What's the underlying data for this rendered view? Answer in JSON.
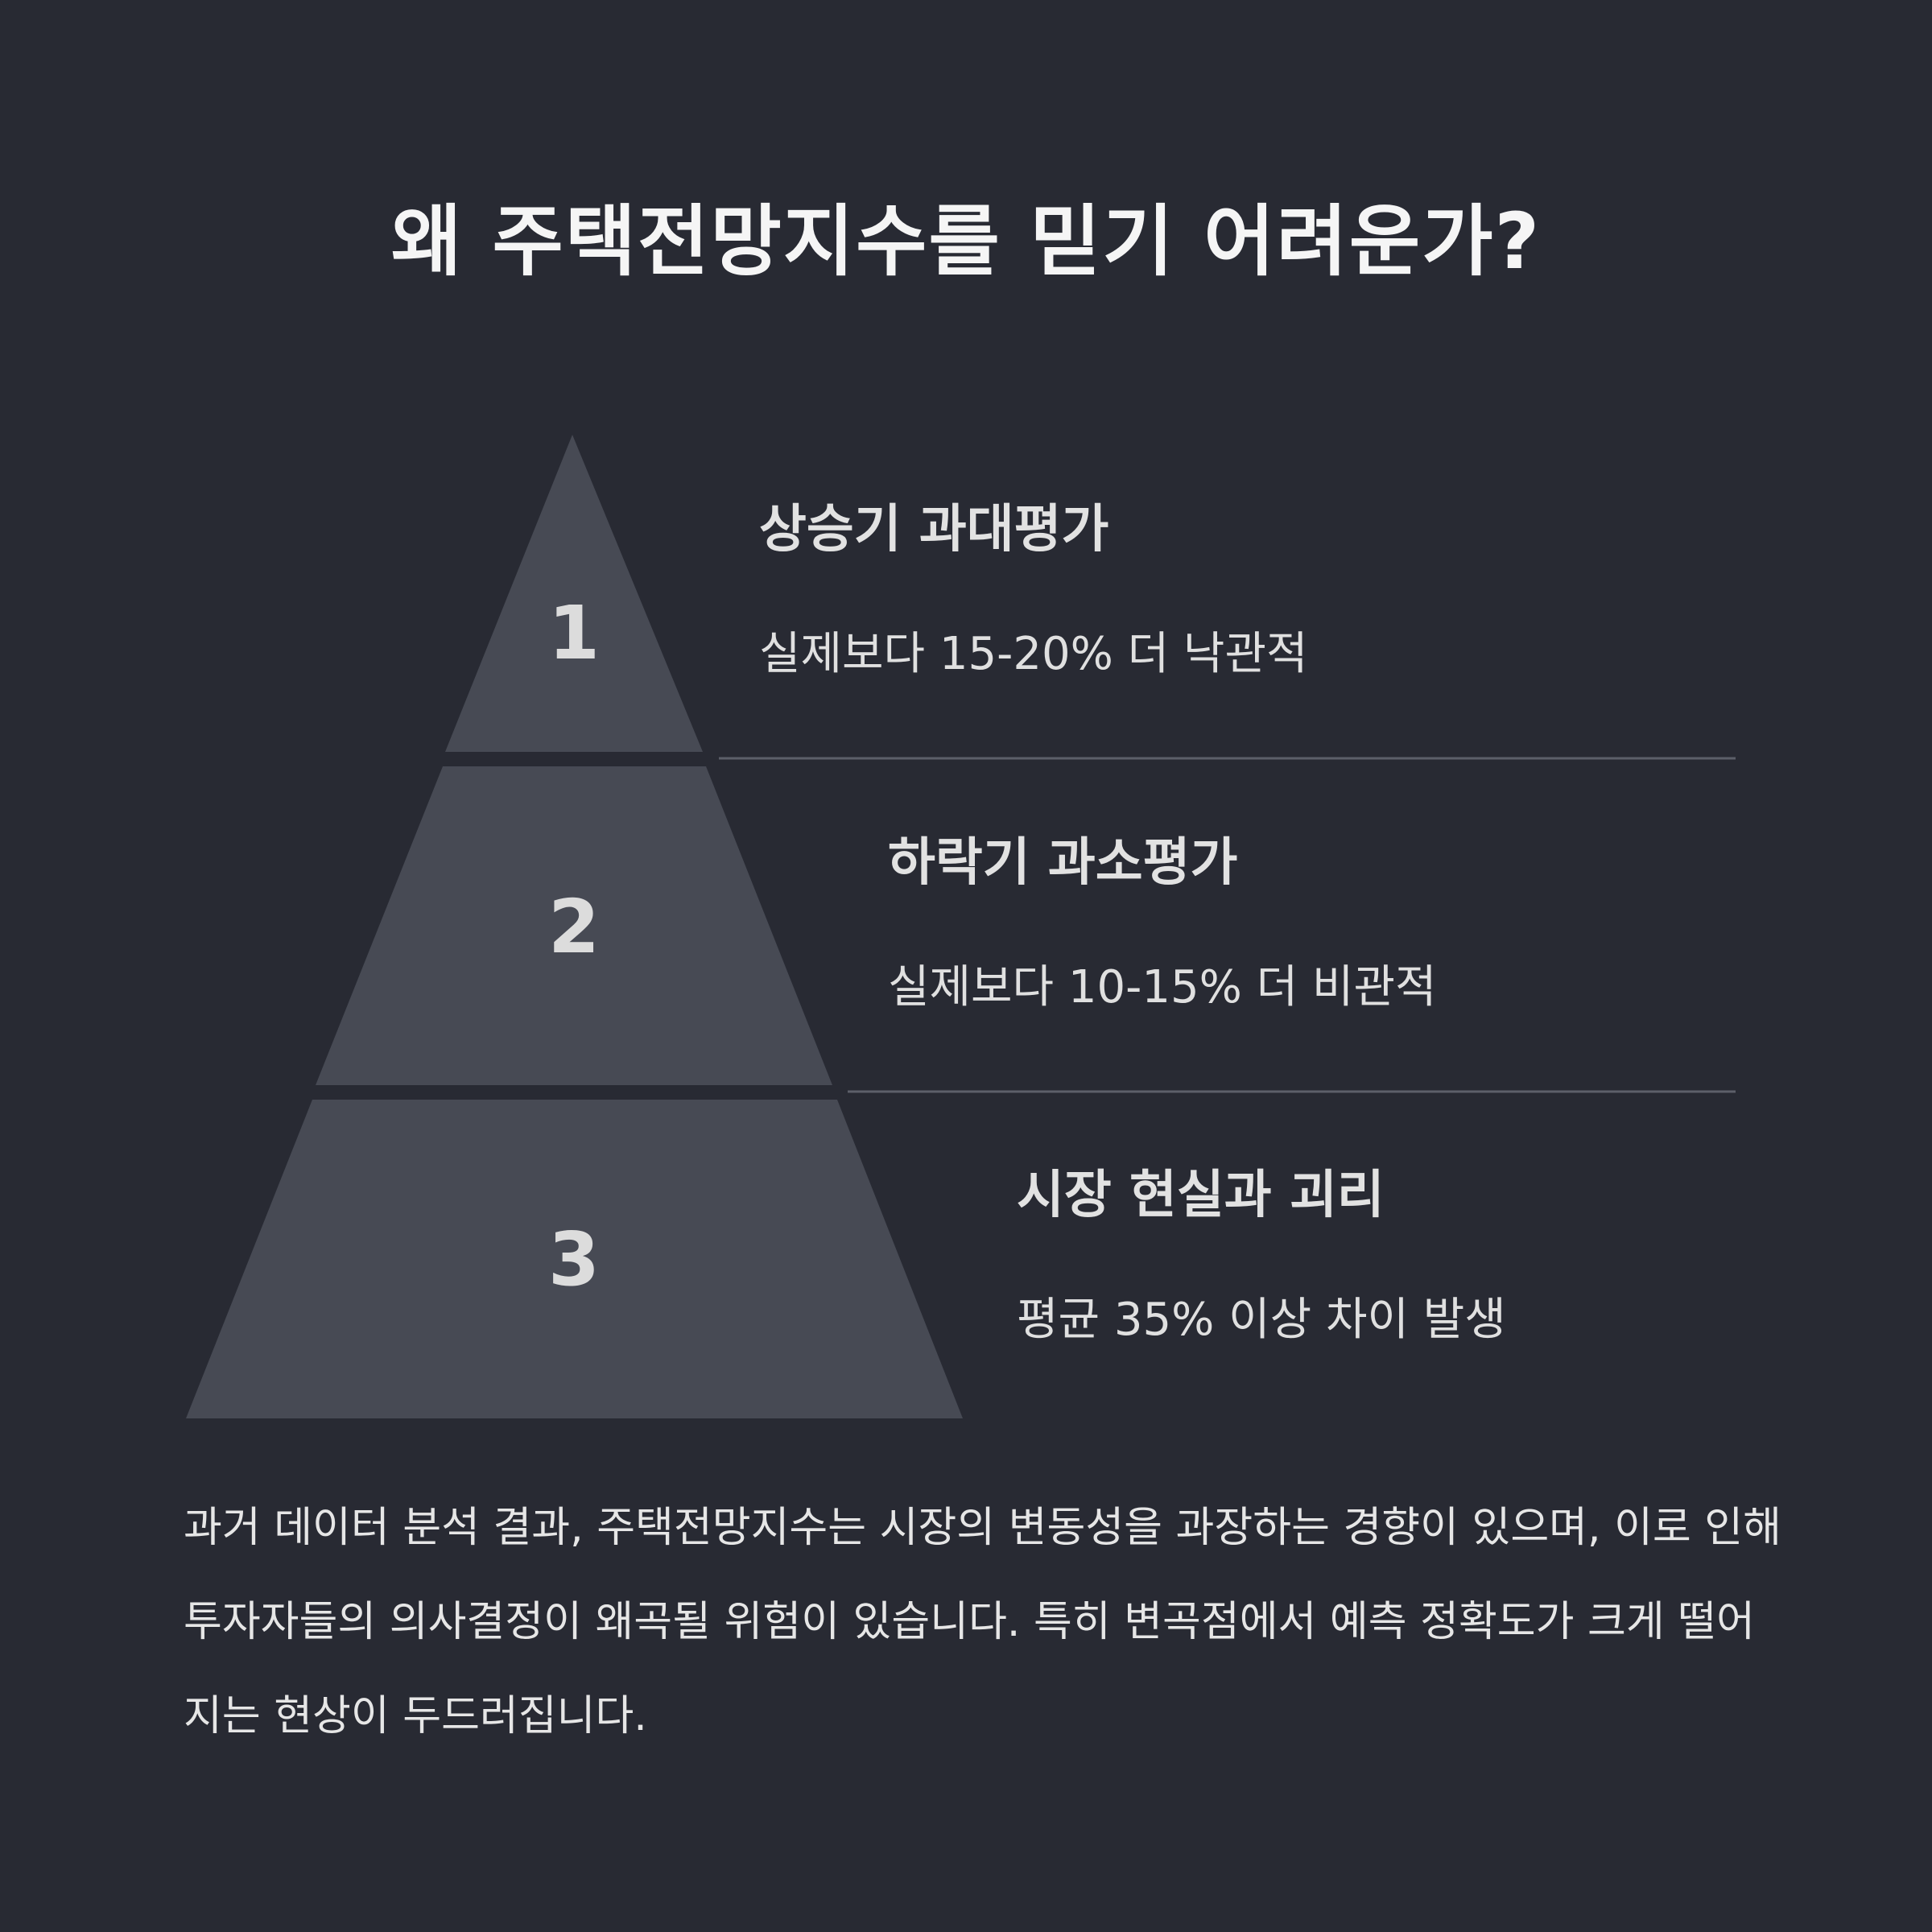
{
  "title": "왜 주택전망지수를 믿기 어려운가?",
  "tiers": [
    {
      "number": "1",
      "title": "상승기 과대평가",
      "description": "실제보다 15-20% 더 낙관적"
    },
    {
      "number": "2",
      "title": "하락기 과소평가",
      "description": "실제보다 10-15% 더 비관적"
    },
    {
      "number": "3",
      "title": "시장 현실과 괴리",
      "description": "평균 35% 이상 차이 발생"
    }
  ],
  "summary": "과거 데이터 분석 결과, 주택전망지수는 시장의 변동성을 과장하는 경향이 있으며, 이로 인해 투자자들의 의사결정이 왜곡될 위험이 있습니다. 특히 변곡점에서 예측 정확도가 크게 떨어지는 현상이 두드러집니다.",
  "colors": {
    "background": "#282a33",
    "pyramid_fill": "#474a54",
    "divider": "#5c5f69",
    "text": "#e6e6e6"
  }
}
